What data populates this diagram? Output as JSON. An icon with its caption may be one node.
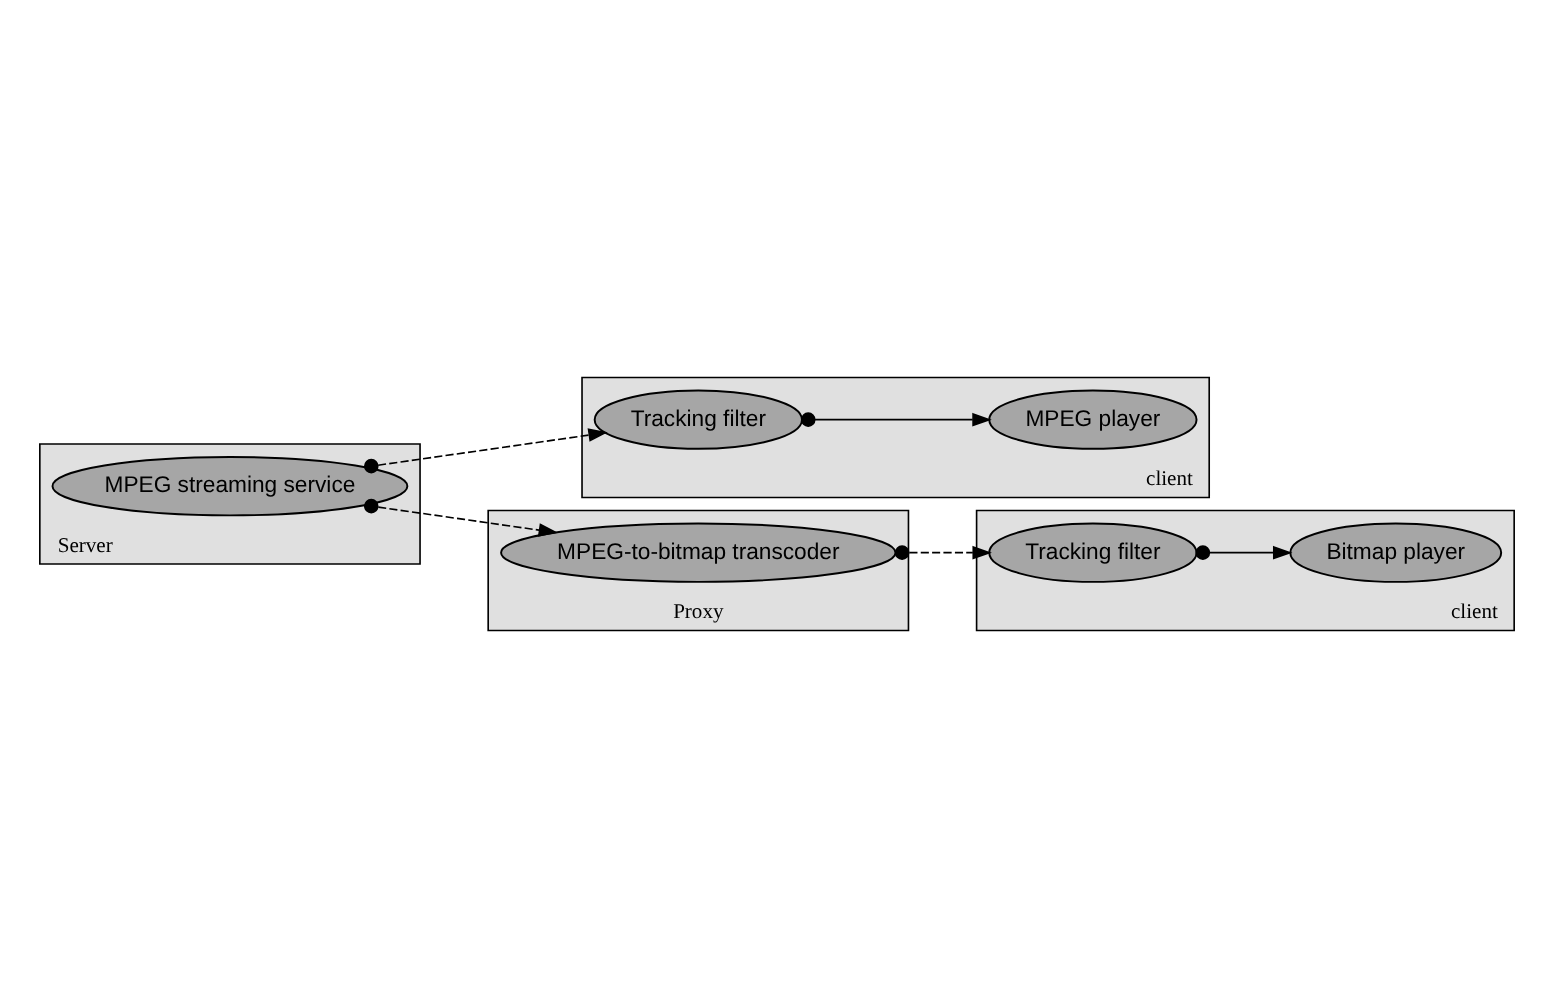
{
  "diagram": {
    "nodes": [
      {
        "text": [
          "Server"
        ]
      },
      {
        "text": [
          "MPEG streaming service"
        ],
        "in": 0
      },
      {
        "text": [
          "Proxy"
        ]
      },
      {
        "text": [
          "MPEG-to-bitmap transcoder"
        ],
        "in": 2
      },
      {
        "text": [
          "client"
        ]
      },
      {
        "text": [
          "Tracking filter"
        ],
        "in": 4
      },
      {
        "text": [
          "Bitmap player"
        ],
        "in": 4
      },
      {
        "text": [
          "client"
        ]
      },
      {
        "text": [
          "Tracking filter"
        ],
        "in": 7
      },
      {
        "text": [
          "MPEG player"
        ],
        "in": 7
      }
    ],
    "edges": [
      {
        "from": 1,
        "to": 3,
        "arrow": "to",
        "style": "dashed"
      },
      {
        "from": 3,
        "to": 5,
        "arrow": "to",
        "style": "dashed"
      },
      {
        "from": 1,
        "to": 8,
        "arrow": "to",
        "style": "dashed"
      },
      {
        "from": 5,
        "to": 6,
        "arrow": "to"
      },
      {
        "from": 8,
        "to": 9,
        "arrow": "to"
      }
    ]
  }
}
